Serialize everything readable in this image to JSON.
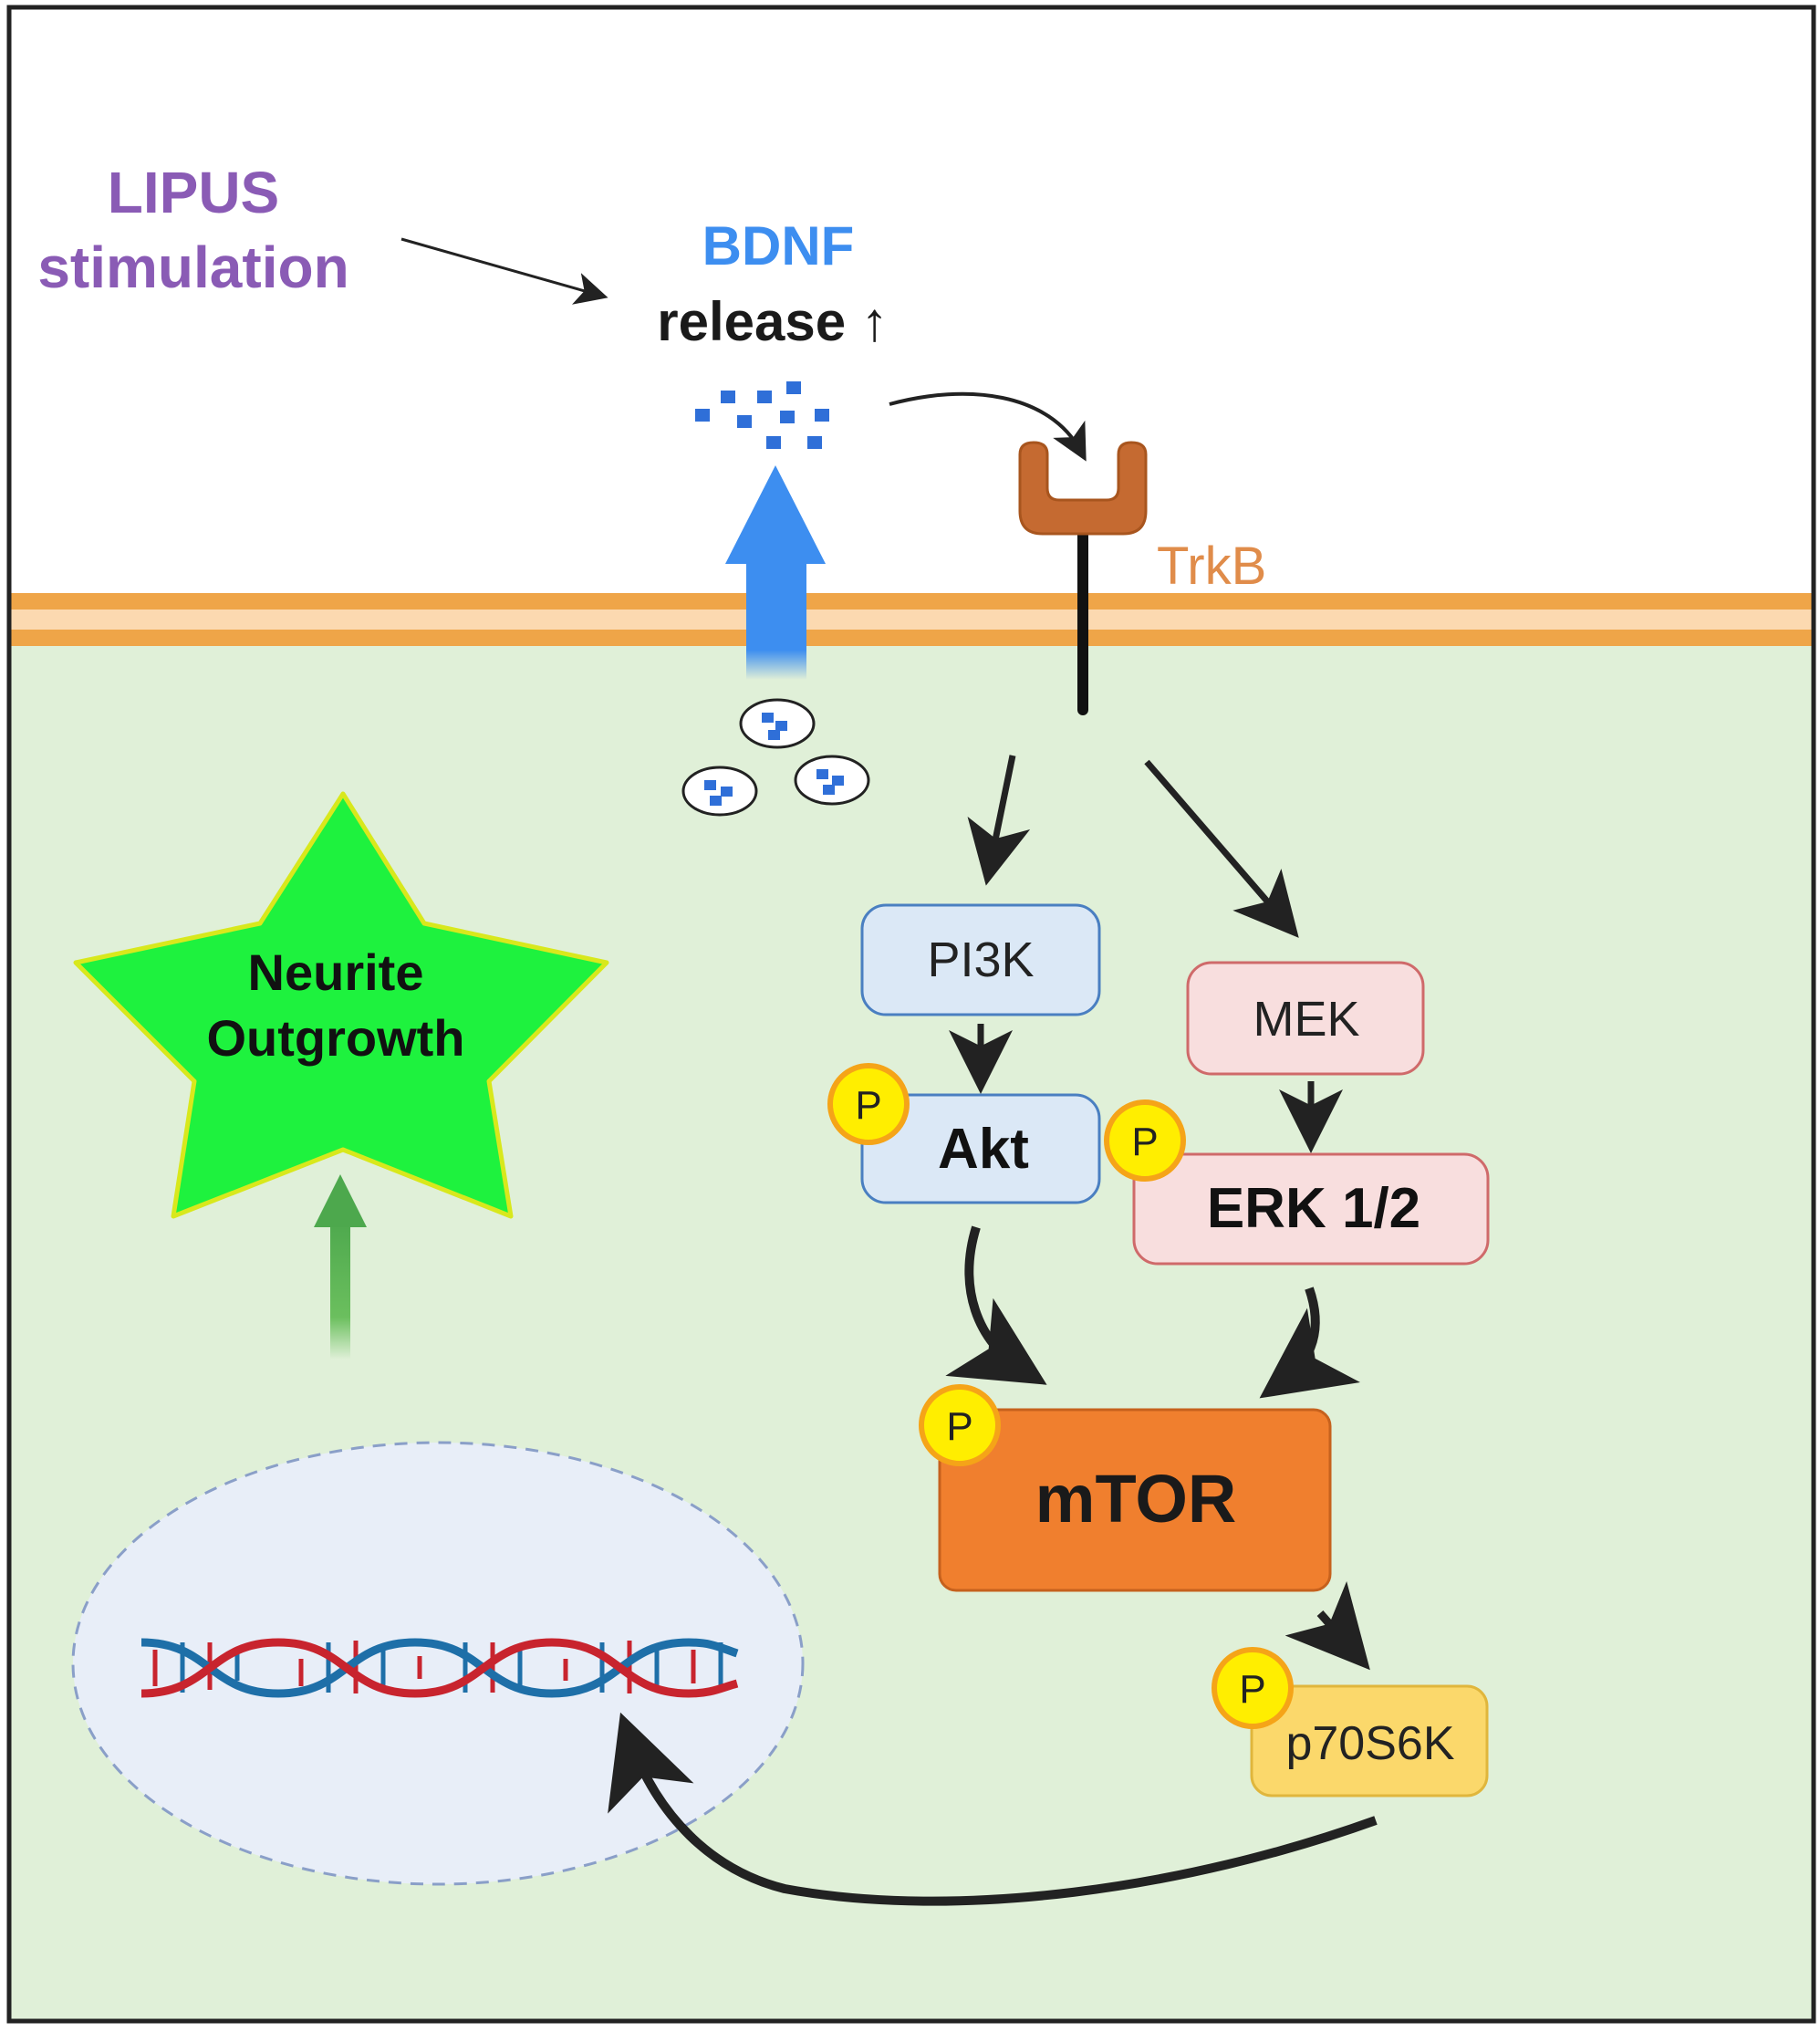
{
  "stimulus": {
    "line1": "LIPUS",
    "line2": "stimulation"
  },
  "bdnf": {
    "name": "BDNF",
    "release_label": "release ↑"
  },
  "receptor": {
    "label": "TrkB"
  },
  "nodes": {
    "pi3k": "PI3K",
    "akt": "Akt",
    "mek": "MEK",
    "erk": "ERK 1/2",
    "mtor": "mTOR",
    "p70s6k": "p70S6K"
  },
  "phospho_label": "P",
  "outcome": {
    "line1": "Neurite",
    "line2": "Outgrowth"
  },
  "colors": {
    "stimulus": "#8a5bb5",
    "bdnf": "#3d8ef0",
    "receptor": "#c56a31",
    "membrane_dark": "#efa548",
    "membrane_light": "#fcd9b0",
    "cytoplasm": "#e0f0d8",
    "pi3k_akt_fill": "#dbe8f6",
    "pi3k_akt_stroke": "#4a7fc1",
    "mek_erk_fill": "#f8dede",
    "mek_erk_stroke": "#cf6a6a",
    "mtor_fill": "#f07f2e",
    "p70s6k_fill": "#fbd86b",
    "phospho_fill": "#ffee00",
    "phospho_stroke": "#f5a418",
    "star_fill": "#1ef23e",
    "star_stroke": "#d8e81c",
    "nucleus_fill": "#e8eef8",
    "dna_strand_a": "#c8242e",
    "dna_strand_b": "#1e6fa8"
  }
}
